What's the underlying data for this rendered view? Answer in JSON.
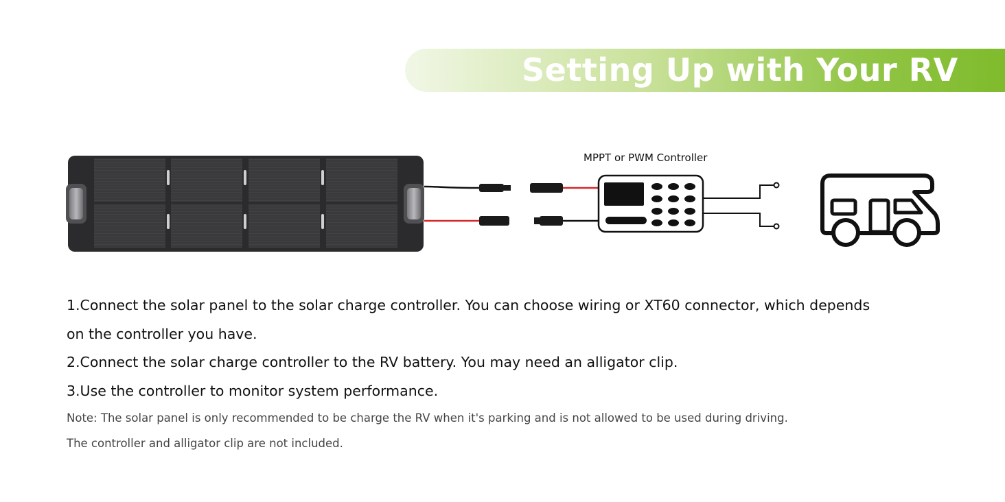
{
  "header": {
    "title": "Setting Up with Your RV",
    "accent_color": "#8dc63f"
  },
  "diagram": {
    "controller_label": "MPPT or PWM Controller",
    "components": [
      "solar-panel",
      "mc4-connector",
      "charge-controller",
      "rv-battery-terminals",
      "rv-icon"
    ],
    "wire_colors": {
      "positive": "#d62828",
      "negative": "#111111"
    }
  },
  "instructions": {
    "step1_line1": "1.Connect the solar panel to the solar charge controller. You can choose wiring or XT60 connector, which depends",
    "step1_line2": "on the controller you have.",
    "step2": "2.Connect the solar charge controller to the RV battery. You may need an alligator clip.",
    "step3": "3.Use the controller to monitor system performance.",
    "note1": "Note: The solar panel is only recommended to be charge the RV when it's parking and is not allowed to be used during driving.",
    "note2": "The controller and alligator clip are not included."
  }
}
